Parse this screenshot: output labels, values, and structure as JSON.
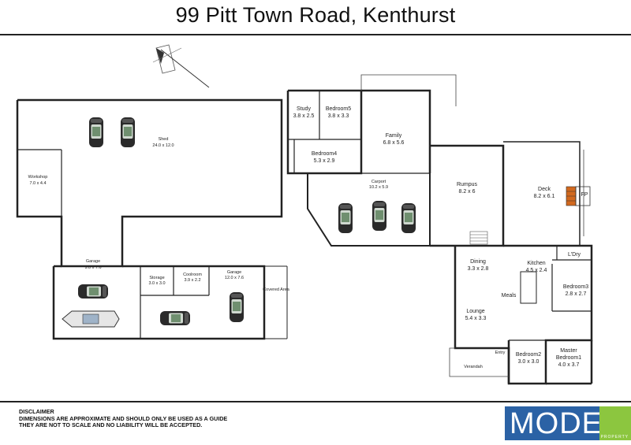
{
  "title": "99 Pitt Town Road, Kenthurst",
  "rooms": {
    "shed": {
      "name": "Shed",
      "dim": "24.0 x 12.0"
    },
    "workshop": {
      "name": "Workshop",
      "dim": "7.0 x 4.4"
    },
    "garage1": {
      "name": "Garage",
      "dim": "9.0 x 7.6"
    },
    "storage": {
      "name": "Storage",
      "dim": "3.0 x 3.0"
    },
    "coolroom": {
      "name": "Coolroom",
      "dim": "3.9 x 2.2"
    },
    "garage2": {
      "name": "Garage",
      "dim": "12.0 x 7.6"
    },
    "covered": {
      "name": "Covered Area"
    },
    "study": {
      "name": "Study",
      "dim": "3.8 x 2.5"
    },
    "bedroom5": {
      "name": "Bedroom5",
      "dim": "3.8 x 3.3"
    },
    "family": {
      "name": "Family",
      "dim": "6.8 x 5.6"
    },
    "bedroom4": {
      "name": "Bedroom4",
      "dim": "5.3 x 2.9"
    },
    "carport": {
      "name": "Carport",
      "dim": "10.2 x 5.9"
    },
    "rumpus": {
      "name": "Rumpus",
      "dim": "8.2 x 6"
    },
    "deck": {
      "name": "Deck",
      "dim": "8.2 x 6.1"
    },
    "fp": {
      "name": "FP"
    },
    "ldry": {
      "name": "L'Dry"
    },
    "dining": {
      "name": "Dining",
      "dim": "3.3 x 2.8"
    },
    "kitchen": {
      "name": "Kitchen",
      "dim": "4.5 x 2.4"
    },
    "meals": {
      "name": "Meals"
    },
    "bedroom3": {
      "name": "Bedroom3",
      "dim": "2.8 x 2.7"
    },
    "lounge": {
      "name": "Lounge",
      "dim": "5.4 x 3.3"
    },
    "entry": {
      "name": "Entry"
    },
    "verandah": {
      "name": "Verandah"
    },
    "bedroom2": {
      "name": "Bedroom2",
      "dim": "3.0 x 3.0"
    },
    "master": {
      "name": "Master",
      "name2": "Bedroom1",
      "dim": "4.0 x 3.7"
    }
  },
  "disclaimer": {
    "heading": "DISCLAIMER",
    "line1": "DIMENSIONS ARE APPROXIMATE AND SHOULD ONLY BE USED AS A GUIDE",
    "line2": "THEY ARE NOT TO SCALE AND NO LIABILITY WILL BE ACCEPTED."
  },
  "logo": {
    "text": "MODE",
    "sub": "PROPERTY"
  },
  "colors": {
    "wall": "#222222",
    "logo_blue": "#2b62a5",
    "logo_green": "#8cc63f",
    "fireplace": "#d2691e"
  },
  "icons": [
    "compass-icon",
    "car-icon",
    "boat-icon",
    "fireplace-icon"
  ]
}
